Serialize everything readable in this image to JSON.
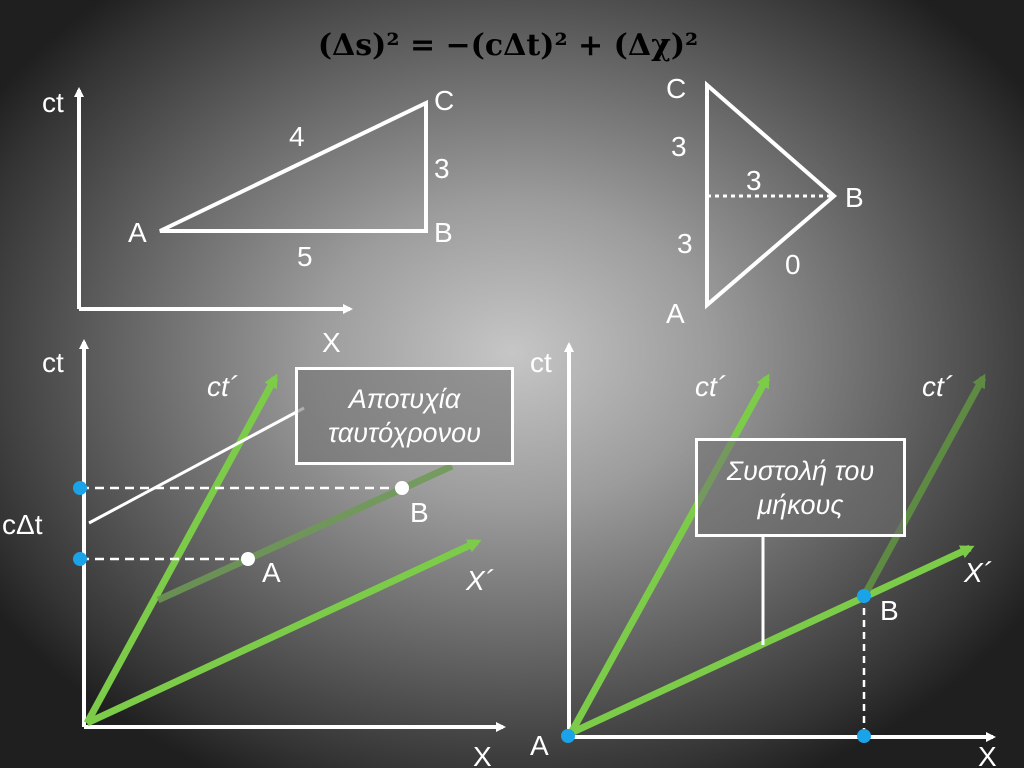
{
  "formula": "(Δs)² = −(cΔt)² + (Δχ)²",
  "triangle_left": {
    "axis_ct": "ct",
    "axis_x": "X",
    "vertex_a": "A",
    "vertex_b": "B",
    "vertex_c": "C",
    "side_ac": "4",
    "side_bc": "3",
    "side_ab": "5"
  },
  "triangle_right": {
    "vertex_a": "A",
    "vertex_b": "B",
    "vertex_c": "C",
    "label_top_left": "3",
    "label_mid": "3",
    "label_bottom_left": "3",
    "label_ab": "0"
  },
  "plot_left": {
    "axis_ct": "ct",
    "axis_x": "X",
    "axis_ct_prime": "ct´",
    "axis_x_prime": "X´",
    "point_a": "A",
    "point_b": "B",
    "label_cdt": "cΔt",
    "callout_line1": "Αποτυχία",
    "callout_line2": "ταυτόχρονου"
  },
  "plot_right": {
    "axis_ct": "ct",
    "axis_x": "X",
    "axis_ct_prime_1": "ct´",
    "axis_ct_prime_2": "ct´",
    "axis_x_prime": "X´",
    "point_a": "A",
    "point_b": "B",
    "callout_line1": "Συστολή του",
    "callout_line2": "μήκους"
  },
  "colors": {
    "line_green": "#7ccc4a",
    "line_dark_green": "#5f8a44",
    "point_blue": "#1aa3e8",
    "axis": "#ffffff"
  }
}
